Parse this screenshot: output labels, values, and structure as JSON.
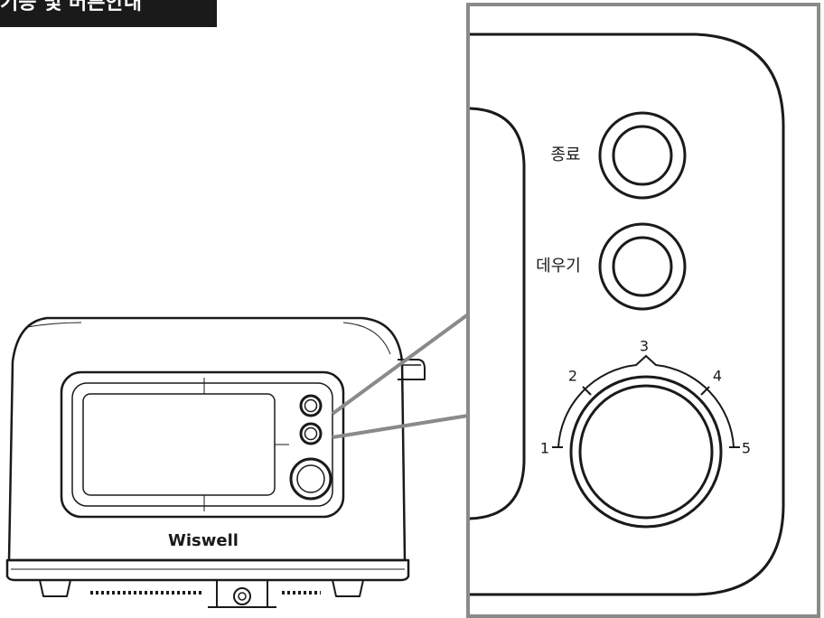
{
  "header": {
    "title": "기능 및 버튼안내"
  },
  "product": {
    "brand": "Wiswell"
  },
  "buttons": {
    "stop_label": "종료",
    "reheat_label": "데우기"
  },
  "dial": {
    "levels": [
      "1",
      "2",
      "3",
      "4",
      "5"
    ]
  },
  "colors": {
    "line": "#1a1a1a",
    "frame": "#8a8a8a",
    "banner": "#1a1a1a"
  }
}
